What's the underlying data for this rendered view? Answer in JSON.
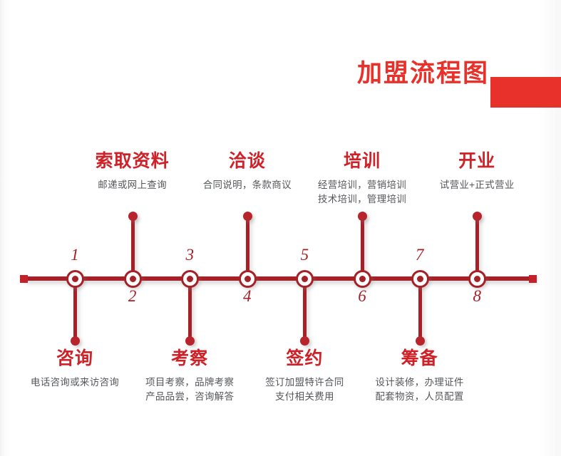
{
  "header": {
    "title": "加盟流程图",
    "accent_color": "#e8312a",
    "block_label": ""
  },
  "theme": {
    "title_red": "#e8312a",
    "timeline_red": "#a62127",
    "label_red": "#cf2128",
    "desc_gray": "#56575a",
    "background": "#ffffff"
  },
  "chart_data": {
    "type": "timeline",
    "title": "加盟流程图",
    "orientation": "horizontal",
    "node_count": 8,
    "axis_endpoints": [
      "square-cap",
      "square-cap"
    ],
    "nodes": [
      {
        "number": "1",
        "number_side": "above",
        "label_side": "below",
        "title": "咨询",
        "desc": [
          "电话咨询或来访咨询"
        ]
      },
      {
        "number": "2",
        "number_side": "below",
        "label_side": "above",
        "title": "索取资料",
        "desc": [
          "邮递或网上查询"
        ]
      },
      {
        "number": "3",
        "number_side": "above",
        "label_side": "below",
        "title": "考察",
        "desc": [
          "项目考察，品牌考察",
          "产品品尝，咨询解答"
        ]
      },
      {
        "number": "4",
        "number_side": "below",
        "label_side": "above",
        "title": "洽谈",
        "desc": [
          "合同说明，条款商议"
        ]
      },
      {
        "number": "5",
        "number_side": "above",
        "label_side": "below",
        "title": "签约",
        "desc": [
          "签订加盟特许合同",
          "支付相关费用"
        ]
      },
      {
        "number": "6",
        "number_side": "below",
        "label_side": "above",
        "title": "培训",
        "desc": [
          "经营培训，营销培训",
          "技术培训，管理培训"
        ]
      },
      {
        "number": "7",
        "number_side": "above",
        "label_side": "below",
        "title": "筹备",
        "desc": [
          "设计装修，办理证件",
          "配套物资，人员配置"
        ]
      },
      {
        "number": "8",
        "number_side": "below",
        "label_side": "above",
        "title": "开业",
        "desc": [
          "试营业+正式营业"
        ]
      }
    ]
  }
}
